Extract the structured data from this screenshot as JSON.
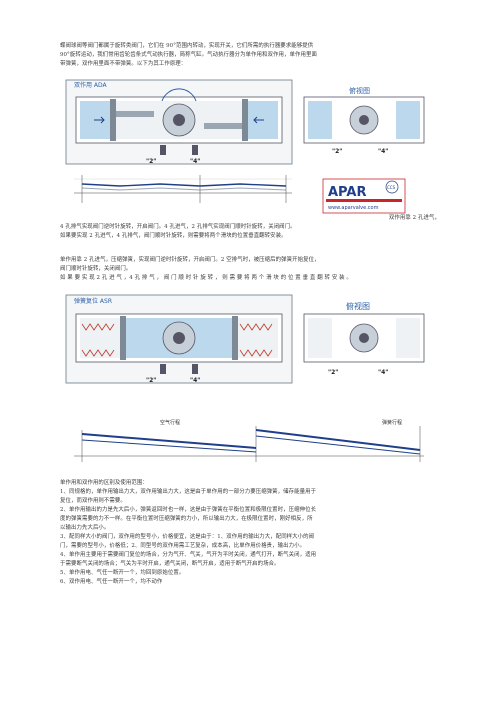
{
  "intro": [
    "蝶阀球阀等阀门都属于旋转类阀门，它们在 90°范围内转动，实现开关，它们所需的执行器要求能够提供",
    "90°旋转运动，我们常用齿轮齿条式气动执行器，简称气缸。气动执行器分为单作用和双作用，单作用里面",
    "带弹簧，双作用里面不带弹簧。以下为其工作原理："
  ],
  "figure1": {
    "title": "双作用 ADA",
    "center_label": "俯视图",
    "port_a": "\"2\"",
    "port_b": "\"4\"",
    "logo_name": "APAR",
    "logo_url": "www.aparvalve.com",
    "logo_seal": "CCS"
  },
  "double_acting": {
    "caption": "双作用靠 2 孔进气，",
    "lines": [
      "4 孔排气实现阀门逆时针旋转，开启阀门。4 孔进气，2 孔排气实现阀门顺时针旋转，关闭阀门。",
      "如果要实现 2 孔进气，4 孔排气，阀门顺时针旋转，则需要将两个滑块的位置垂直翻转安装。"
    ]
  },
  "single_acting": {
    "lines": [
      "单作用靠 2 孔进气，压缩弹簧，实现阀门逆时针旋转，开启阀门。2 空排气时，被压缩后的弹簧开始复位，",
      "阀门顺时针旋转，关闭阀门。",
      "如 果 要 实 现  2  孔 进 气 ，4  孔 排 气 ， 阀 门 顺 时 针 旋 转 ， 则 需 要 将 两 个 滑 块 的 位 置 垂 直 翻 转 安 装 。"
    ]
  },
  "figure2": {
    "title": "弹簧复位 ASR",
    "center_label": "俯视图",
    "port_a": "\"2\"",
    "port_b": "\"4\"",
    "graph_labels": [
      "空气行程",
      "弹簧行程"
    ]
  },
  "range": {
    "heading": "单作用和双作用的区别及使用范围：",
    "items": [
      "1、同规格的，单作用输出力大，双作用输出力大，这是由于单作用的一部分力要压缩弹簧，储存能量用于",
      "复位，而双作用则不需要。",
      "2、单作用输出的力是先大后小，弹簧返回时也一样，这是由于弹簧在平衡位置和极限位置时，压缩伸位长",
      "度的弹簧需要的力不一样。在平衡位置时压缩弹簧的力小，所以输出力大，在极限位置时，刚好相反，所",
      "以输出力先大后小。",
      "3、配同样大小的阀门，双作用的型号小，价格便宜，这是由于：1、双作用的输出力大，配同样大小的阀",
      "门，需要的型号小，价格低；2、同型号的双作用需工艺复杂，成本高，比单作用价格贵，输出力小。",
      "4、单作用主要用于需要阀门复位的场合，分为气开、气关，气开为平时关闭，通气打开，断气关闭，适用",
      "于需要断气关闭的场合；气关为平时开启，通气关闭，断气开启，适用于断气开启的场合。",
      "5、单作用电、气任一断开一个，均回到原始位置。",
      "6、双作用电、气任一断开一个，均不动作"
    ]
  },
  "colors": {
    "text": "#3a3a3a",
    "blue_chamber": "#bcd8ec",
    "logo_red": "#c9262b",
    "logo_blue": "#1f3f8a",
    "title_blue": "#2b5fa8"
  }
}
